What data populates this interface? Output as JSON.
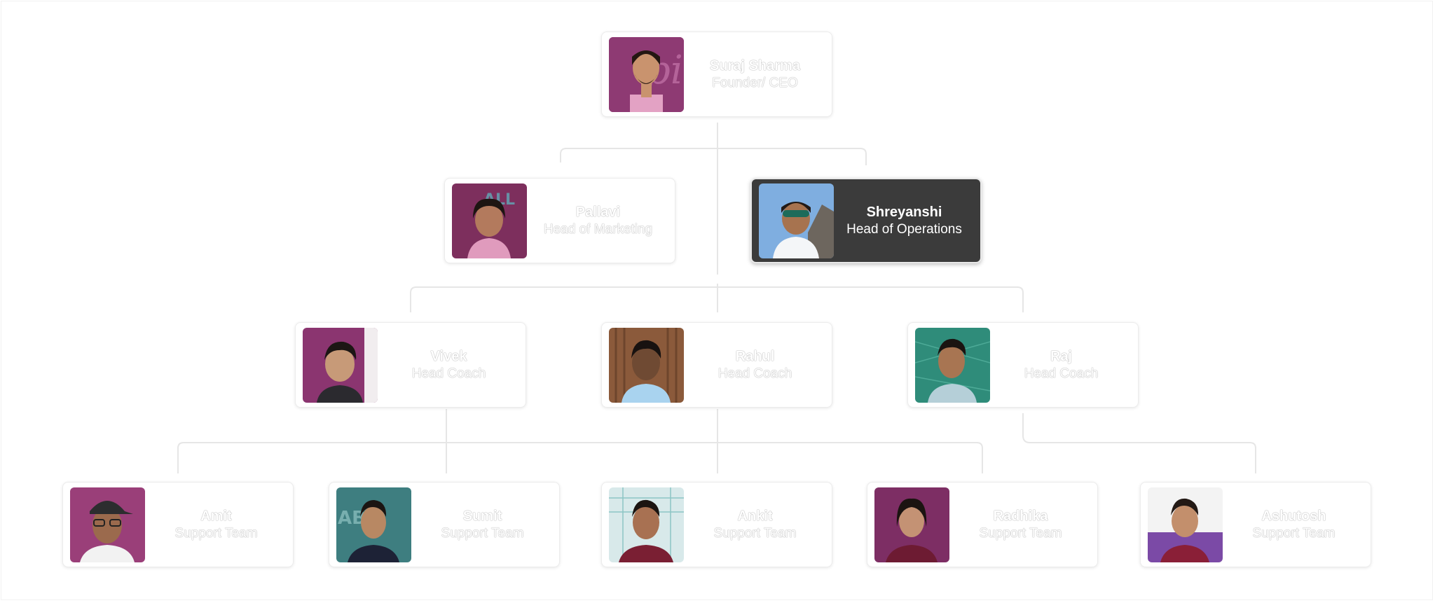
{
  "chart": {
    "type": "org-chart",
    "root": "surya",
    "colors": {
      "card_background": "#ffffff",
      "selected_card_background": "#3b3b3b",
      "connector": "#e6e6e6",
      "text": "#ffffff"
    },
    "nodes": {
      "surya": {
        "name": "Suraj Sharma",
        "role": "Founder/ CEO",
        "parent": null,
        "selected": false
      },
      "pallavi": {
        "name": "Pallavi",
        "role": "Head of Marketing",
        "parent": "surya",
        "selected": false
      },
      "shreyanshi": {
        "name": "Shreyanshi",
        "role": "Head of Operations",
        "parent": "surya",
        "selected": true
      },
      "vivek": {
        "name": "Vivek",
        "role": "Head Coach",
        "parent": "shreyanshi",
        "selected": false
      },
      "rahul": {
        "name": "Rahul",
        "role": "Head Coach",
        "parent": "shreyanshi",
        "selected": false
      },
      "raj": {
        "name": "Raj",
        "role": "Head Coach",
        "parent": "shreyanshi",
        "selected": false
      },
      "amit": {
        "name": "Amit",
        "role": "Support Team",
        "parent": "rahul",
        "selected": false
      },
      "sumit": {
        "name": "Sumit",
        "role": "Support Team",
        "parent": "vivek",
        "selected": false
      },
      "ankit": {
        "name": "Ankit",
        "role": "Support Team",
        "parent": "rahul",
        "selected": false
      },
      "radhika": {
        "name": "Radhika",
        "role": "Support Team",
        "parent": "rahul",
        "selected": false
      },
      "ashutosh": {
        "name": "Ashutosh",
        "role": "Support Team",
        "parent": "raj",
        "selected": false
      }
    }
  }
}
